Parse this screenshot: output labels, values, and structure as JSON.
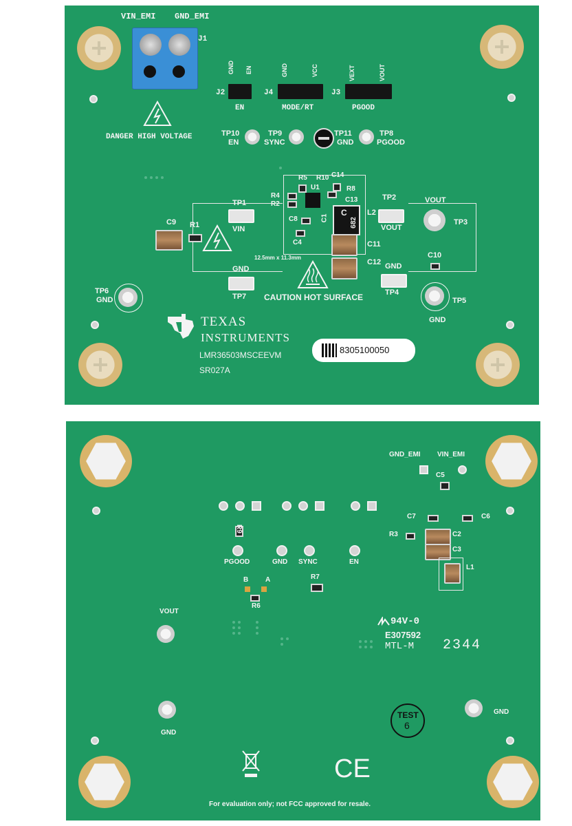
{
  "top": {
    "connector": {
      "vin_label": "VIN_EMI",
      "gnd_label": "GND_EMI",
      "ref": "J1"
    },
    "warning": "DANGER HIGH VOLTAGE",
    "headers": {
      "j2": {
        "ref": "J2",
        "pins": [
          "GND",
          "EN"
        ],
        "name": "EN"
      },
      "j4": {
        "ref": "J4",
        "pins": [
          "GND",
          "VCC"
        ],
        "name": "MODE/RT"
      },
      "j3": {
        "ref": "J3",
        "pins": [
          "VEXT",
          "VOUT"
        ],
        "name": "PGOOD"
      }
    },
    "testpoints": {
      "tp10": [
        "TP10",
        "EN"
      ],
      "tp9": [
        "TP9",
        "SYNC"
      ],
      "tp11": [
        "TP11",
        "GND"
      ],
      "tp8": [
        "TP8",
        "PGOOD"
      ],
      "tp1": [
        "TP1",
        "VIN"
      ],
      "tp2": [
        "TP2",
        "VOUT"
      ],
      "tp3": [
        "VOUT",
        "TP3"
      ],
      "tp7": [
        "GND",
        "TP7"
      ],
      "tp4": [
        "GND",
        "TP4"
      ],
      "tp6": [
        "TP6",
        "GND"
      ],
      "tp5": [
        "TP5",
        "GND"
      ]
    },
    "components": {
      "c9": "C9",
      "r1": "R1",
      "r5": "R5",
      "r10": "R10",
      "c14": "C14",
      "u1": "U1",
      "r8": "R8",
      "r4": "R4",
      "r2": "R2",
      "c13": "C13",
      "c1": "C1",
      "l2": "L2",
      "c8": "C8",
      "c4": "C4",
      "c11": "C11",
      "c12": "C12",
      "c10": "C10"
    },
    "inductor_marking": [
      "C",
      "682"
    ],
    "dimensions": "12.5mm x 11.3mm",
    "caution": "CAUTION HOT SURFACE",
    "brand": {
      "line1": "TEXAS",
      "line2": "INSTRUMENTS"
    },
    "model": "LMR36503MSCEEVM",
    "assembly": "SR027A",
    "serial": "8305100050"
  },
  "bottom": {
    "labels": {
      "gnd_emi": "GND_EMI",
      "vin_emi": "VIN_EMI",
      "c5": "C5",
      "c7": "C7",
      "c6": "C6",
      "r3": "R3",
      "c2": "C2",
      "c3": "C3",
      "l1": "L1",
      "r9": "R9",
      "pgood": "PGOOD",
      "gnd": "GND",
      "sync": "SYNC",
      "en": "EN",
      "b": "B",
      "a": "A",
      "r7": "R7",
      "r6": "R6",
      "vout": "VOUT",
      "gnd_left": "GND",
      "gnd_right": "GND"
    },
    "rating": "94V-0",
    "ul_file": "E307592",
    "mfr": "MTL-M",
    "date_code": "2344",
    "test_stamp": [
      "TEST",
      "6"
    ],
    "ce": "CE",
    "disclaimer": "For evaluation only; not FCC approved for resale."
  },
  "colors": {
    "board": "#1f9a62",
    "silkscreen": "#f4f4f4",
    "gold_pad": "#d7b878"
  }
}
